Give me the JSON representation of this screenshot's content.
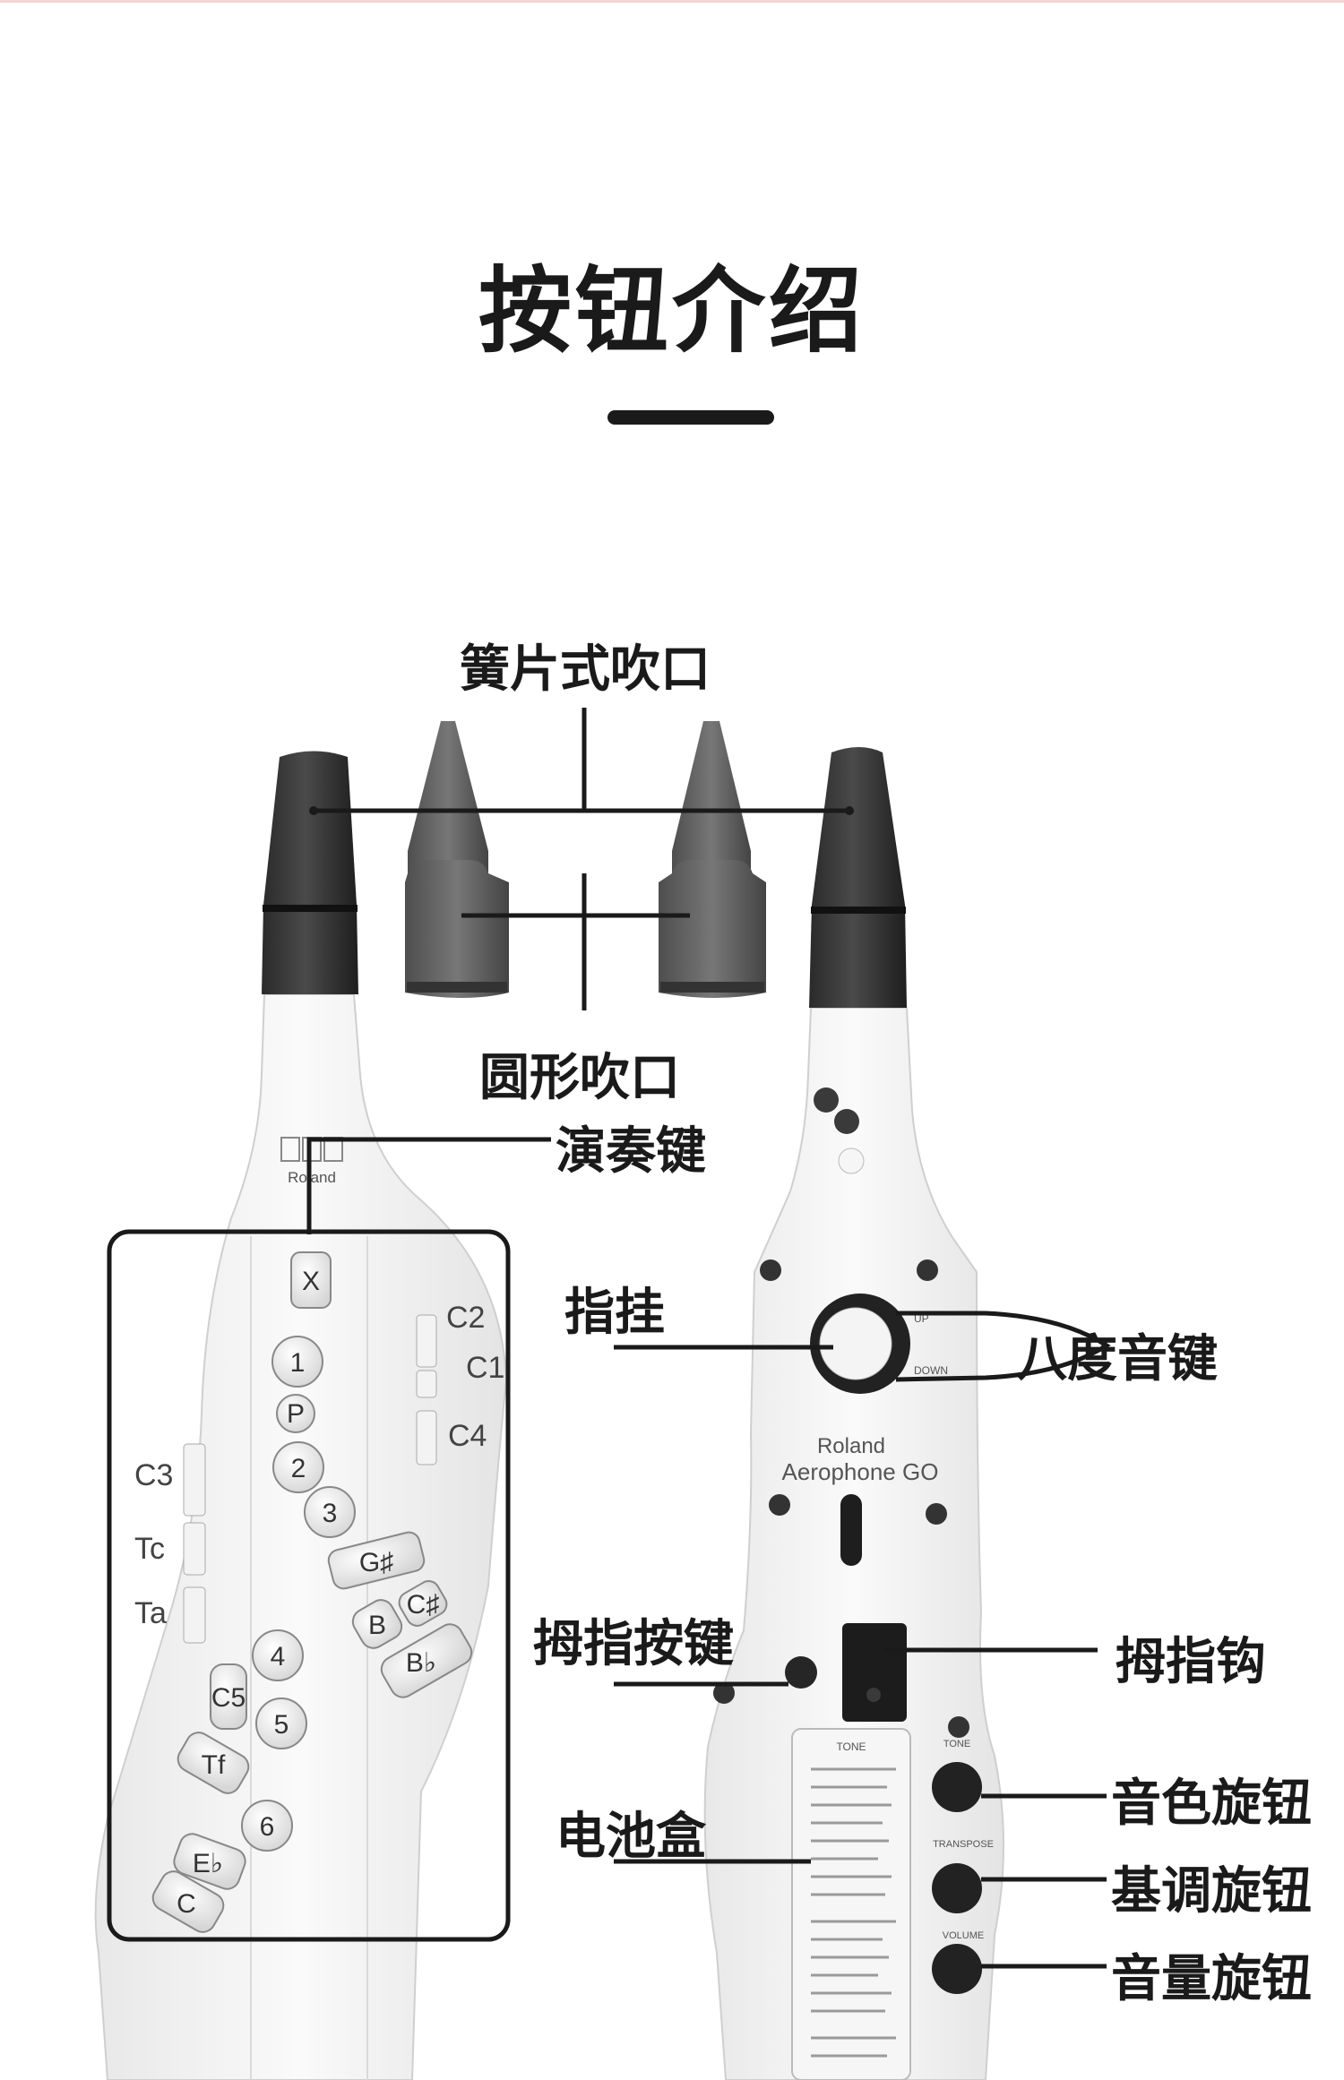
{
  "title": "按钮介绍",
  "labels": {
    "reed_mouthpiece": "簧片式吹口",
    "round_mouthpiece": "圆形吹口",
    "play_keys": "演奏键",
    "finger_hook": "指挂",
    "octave_keys": "八度音键",
    "thumb_keys": "拇指按键",
    "thumb_hook": "拇指钩",
    "tone_knob": "音色旋钮",
    "key_knob": "基调旋钮",
    "volume_knob": "音量旋钮",
    "battery_box": "电池盒"
  },
  "keys": {
    "x": "X",
    "k1": "1",
    "p": "P",
    "k2": "2",
    "k3": "3",
    "gsharp": "G♯",
    "b": "B",
    "csharp": "C♯",
    "bflat": "B♭",
    "k4": "4",
    "c5": "C5",
    "k5": "5",
    "tf": "Tf",
    "k6": "6",
    "eflat": "E♭",
    "c": "C",
    "c1": "C1",
    "c2": "C2",
    "c3": "C3",
    "c4": "C4",
    "tc": "Tc",
    "ta": "Ta"
  },
  "device": {
    "brand": "Roland",
    "model": "Aerophone GO",
    "up": "UP",
    "down": "DOWN",
    "tone": "TONE",
    "transpose": "TRANSPOSE",
    "volume": "VOLUME"
  }
}
